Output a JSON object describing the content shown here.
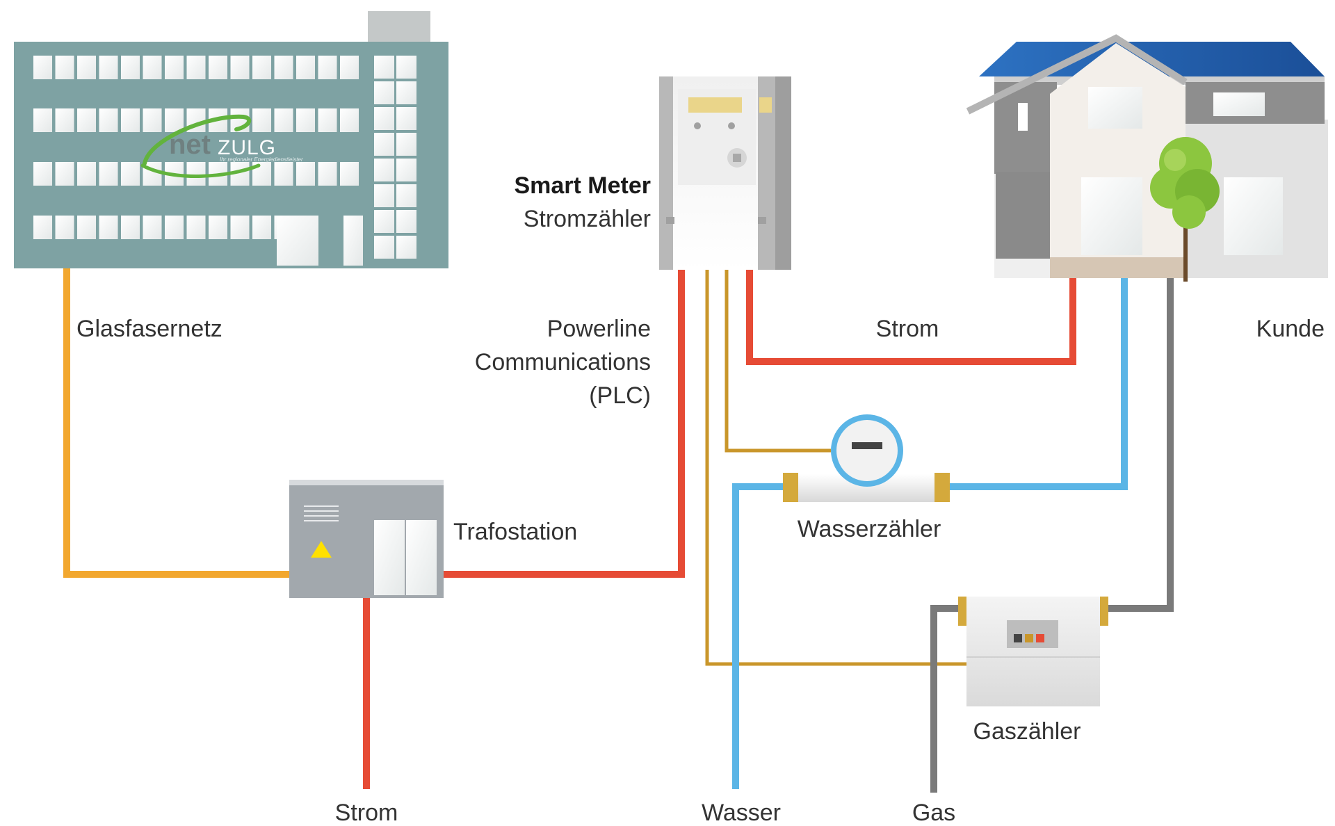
{
  "logo": {
    "name_part1": "net",
    "name_part2": "ZULG",
    "tagline": "Ihr regionaler Energiedienstleister"
  },
  "labels": {
    "glasfasernetz": "Glasfasernetz",
    "smart_meter_title": "Smart Meter",
    "smart_meter_subtitle": "Stromzähler",
    "powerline_line1": "Powerline",
    "powerline_line2": "Communications",
    "powerline_line3": "(PLC)",
    "strom_top": "Strom",
    "kunde": "Kunde",
    "trafostation": "Trafostation",
    "wasserzaehler": "Wasserzähler",
    "gaszaehler": "Gaszähler",
    "strom_bottom": "Strom",
    "wasser": "Wasser",
    "gas": "Gas"
  },
  "colors": {
    "fiber": "#f2a72e",
    "power": "#e64b35",
    "water": "#5bb5e6",
    "gas": "#7a7a7a",
    "signal": "#c9962a",
    "building": "#7ea2a3",
    "roof": "#2266b3"
  }
}
